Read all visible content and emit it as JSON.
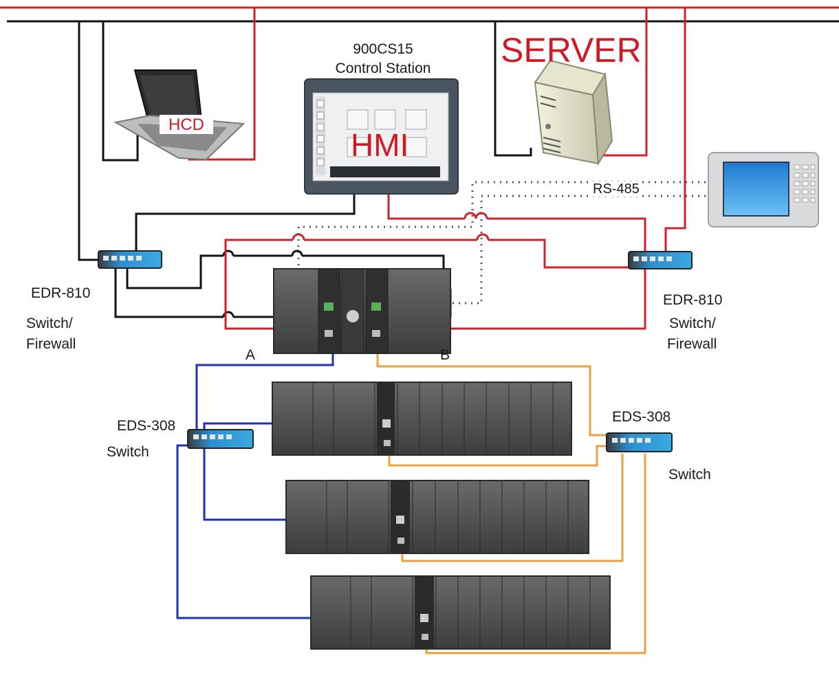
{
  "labels": {
    "station_line1": "900CS15",
    "station_line2": "Control Station",
    "server": "SERVER",
    "hcd": "HCD",
    "hmi": "HMI",
    "rs485": "RS-485",
    "edr_left_model": "EDR-810",
    "edr_left_type1": "Switch/",
    "edr_left_type2": "Firewall",
    "edr_right_model": "EDR-810",
    "edr_right_type1": "Switch/",
    "edr_right_type2": "Firewall",
    "eds_left_model": "EDS-308",
    "eds_left_type": "Switch",
    "eds_right_model": "EDS-308",
    "eds_right_type": "Switch",
    "port_a": "A",
    "port_b": "B"
  },
  "colors": {
    "red_network": "#d0202a",
    "black_network": "#111111",
    "blue_network": "#1c2fb8",
    "orange_network": "#e8a23c",
    "serial_dotted": "#555555",
    "rack_body": "#4a4a4a",
    "switch_blue": "#2b9bd6"
  },
  "icons": {
    "laptop": "laptop-icon",
    "server": "server-tower-icon",
    "hmi": "touch-panel-icon",
    "operator_panel": "operator-panel-icon",
    "controller": "controller-rack-icon",
    "io_rack": "io-rack-icon",
    "switch": "network-switch-icon"
  }
}
